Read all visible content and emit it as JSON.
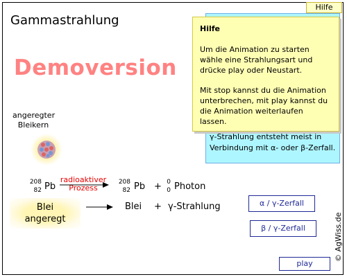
{
  "title": "Gammastrahlung",
  "help_tab": "Hilfe",
  "watermark": "Demoversion",
  "help": {
    "heading": "Hilfe",
    "p1": "Um die Animation zu starten wähle eine Strahlungsart und drücke play oder Neustart.",
    "p2": "Mit stop kannst du die Animation unterbrechen, mit play kannst  du die Animation weiterlaufen lassen."
  },
  "info_text": "γ-Strahlung  entsteht meist in Verbindung mit α- oder β-Zerfall.",
  "nucleus_label": "angeregter Bleikern",
  "equation": {
    "left_mass": "208",
    "left_atomic": "82",
    "left_symbol": "Pb",
    "process_line1": "radioaktiver",
    "process_line2": "Prozess",
    "right_mass": "208",
    "right_atomic": "82",
    "right_symbol": "Pb",
    "plus": "+",
    "photon_mass": "0",
    "photon_atomic": "0",
    "photon_label": "Photon"
  },
  "word_equation": {
    "left": "Blei angeregt",
    "right1": "Blei",
    "plus": "+",
    "right2": "γ-Strahlung"
  },
  "buttons": {
    "alpha_gamma": "α / γ-Zerfall",
    "beta_gamma": "β / γ-Zerfall",
    "play": "play"
  },
  "credit": "© AgWiss.de",
  "colors": {
    "watermark": "#ff8282",
    "process_text": "#e60000",
    "button_text": "#1e2896",
    "help_bg": "#ffffb4",
    "info_bg": "#aef6ff"
  }
}
